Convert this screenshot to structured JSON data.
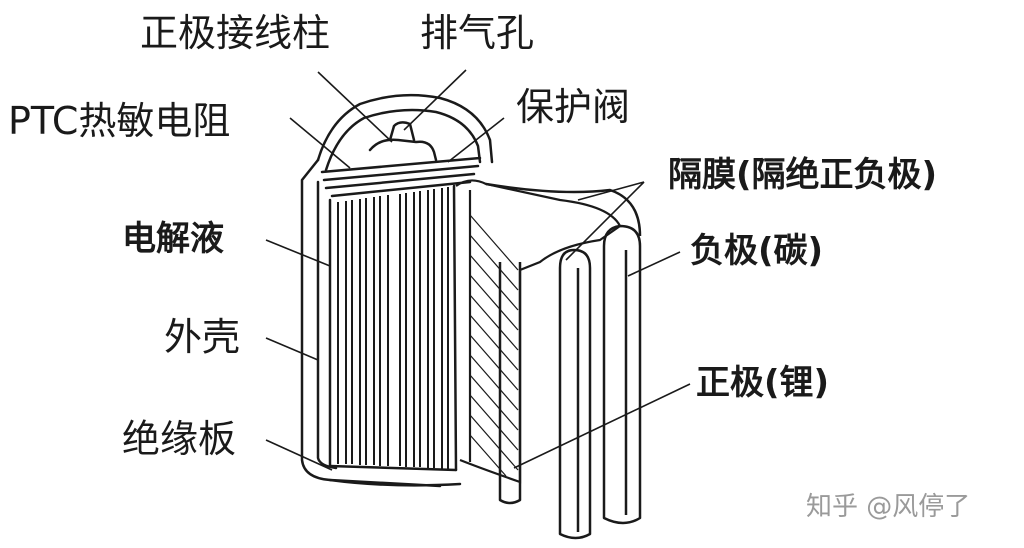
{
  "labels": {
    "positive_terminal": "正极接线柱",
    "vent_hole": "排气孔",
    "ptc_thermistor": "PTC热敏电阻",
    "safety_valve": "保护阀",
    "separator": "隔膜(隔绝正负极)",
    "electrolyte": "电解液",
    "negative_electrode": "负极(碳)",
    "outer_shell": "外壳",
    "positive_electrode": "正极(锂)",
    "insulating_plate": "绝缘板"
  },
  "watermark": {
    "platform": "知乎",
    "author": "@风停了"
  },
  "colors": {
    "line": "#1a1a1a",
    "fill": "#ffffff",
    "watermark": "#9a9a9a"
  }
}
